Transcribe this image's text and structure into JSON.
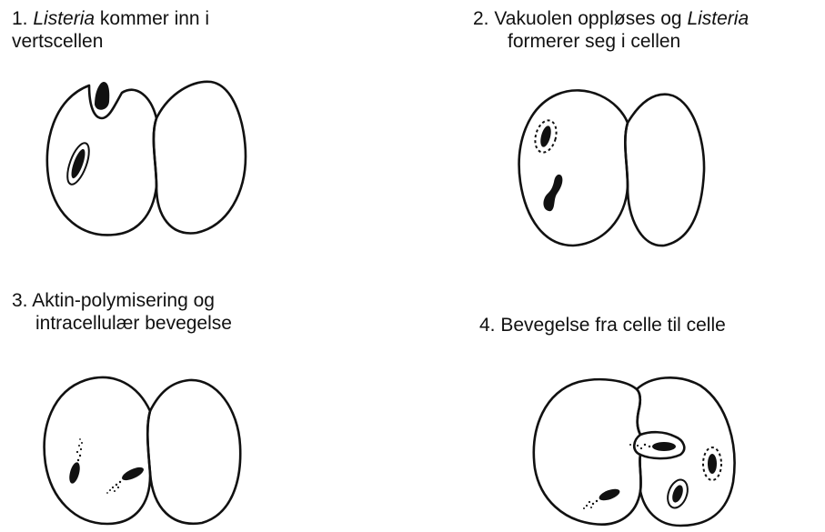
{
  "steps": [
    {
      "number": "1.",
      "text_italic": "Listeria",
      "text_after": " kommer inn i",
      "line2": "vertscellen"
    },
    {
      "number": "2.",
      "text_before": "Vakuolen oppløses og ",
      "text_italic": "Listeria",
      "line2": "formerer seg i cellen"
    },
    {
      "number": "3.",
      "line1": "Aktin-polymisering og",
      "line2": "intracellulær bevegelse"
    },
    {
      "number": "4.",
      "line1": "Bevegelse fra celle til celle"
    }
  ]
}
